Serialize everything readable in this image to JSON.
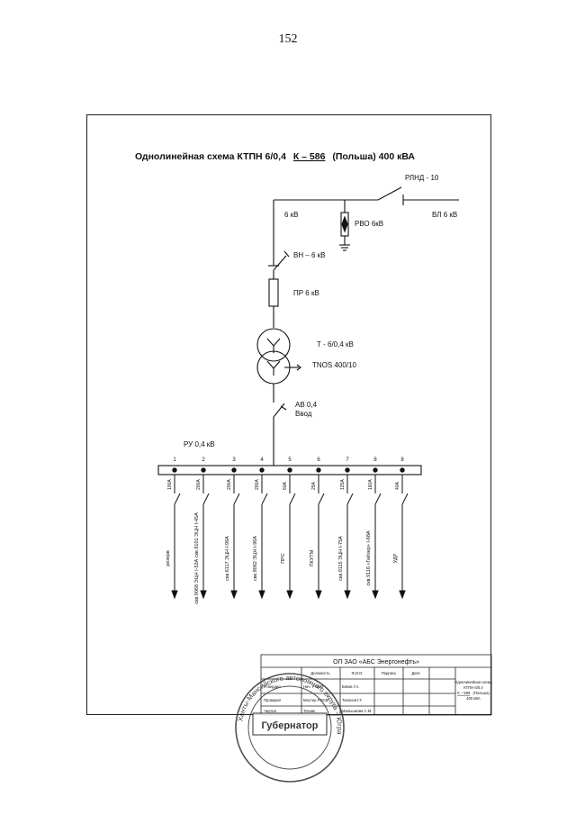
{
  "page_number": "152",
  "diagram": {
    "title_prefix": "Однолинейная схема КТПН 6/0,4",
    "title_code": "К – 586",
    "title_suffix": "(Польша) 400 кВА",
    "rlnd": "РЛНД - 10",
    "hv_bus": "6 кВ",
    "line": "ВЛ 6 кВ",
    "arrester": "РВО 6кВ",
    "load_switch": "ВН – 6 кВ",
    "fuse": "ПР 6 кВ",
    "transformer_ratio": "Т -  6/0,4 кВ",
    "transformer_model": "TNOS 400/10",
    "breaker_line1": "АВ 0,4",
    "breaker_line2": "Ввод",
    "ru": "РУ 0,4 кВ",
    "feeders": [
      {
        "num": "1",
        "rating": "100А",
        "name": "резерв"
      },
      {
        "num": "2",
        "rating": "200А",
        "name": "скв.9068 ЭЦН I-53А скв.9101 ЭЦН I-45А"
      },
      {
        "num": "3",
        "rating": "200А",
        "name": "скв.6117 ЭЦН I-96А"
      },
      {
        "num": "4",
        "rating": "200А",
        "name": "скв.9062 ЭЦН I-96А"
      },
      {
        "num": "5",
        "rating": "60А",
        "name": "ПРС"
      },
      {
        "num": "6",
        "rating": "25А",
        "name": "ПКУТМ"
      },
      {
        "num": "7",
        "rating": "125А",
        "name": "скв.9115 ЭЦН I-75А"
      },
      {
        "num": "8",
        "rating": "160А",
        "name": "скв.9116 «Гейзер» I-68А"
      },
      {
        "num": "8",
        "rating": "40А",
        "name": "УДР"
      }
    ]
  },
  "title_block": {
    "organization": "ОП ЗАО «АБС Энергонефть»",
    "headers": [
      "Должность",
      "Ф.И.О.",
      "Подпись",
      "Дата"
    ],
    "rows": [
      {
        "role": "Утвердил",
        "position": "Нач. Р-5СВ",
        "name": "Бяков Г.А."
      },
      {
        "role": "Проверил",
        "position": "Мастер РЭСБ",
        "name": "Тихонов Г.Г."
      },
      {
        "role": "Чертил",
        "position": "Техник",
        "name": "Малышкова С.М."
      }
    ],
    "doc_line1": "Однолинейная схема",
    "doc_line2": "КТПН 6/0,4",
    "doc_line3a": "К – 586",
    "doc_line3b": "(Польша)",
    "doc_line4": "400 кВА"
  },
  "stamp": {
    "center_text": "Губернатор",
    "ring_text": "Ханты-Мансийского автономного округа – Югра"
  }
}
